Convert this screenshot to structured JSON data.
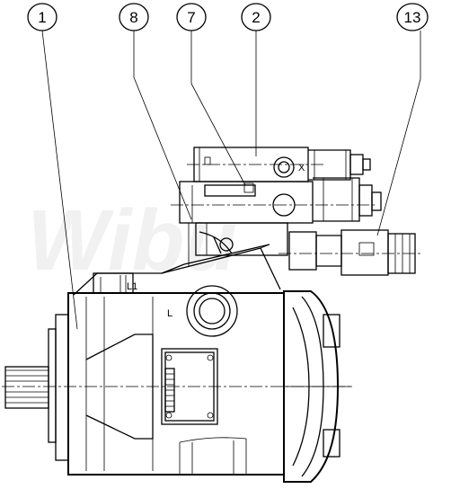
{
  "watermark": "Wibu",
  "callouts": [
    {
      "id": "c1",
      "label": "1"
    },
    {
      "id": "c8",
      "label": "8"
    },
    {
      "id": "c7",
      "label": "7"
    },
    {
      "id": "c2",
      "label": "2"
    },
    {
      "id": "c13",
      "label": "13"
    }
  ],
  "ports": {
    "l1": "L1",
    "l": "L",
    "x": "X"
  }
}
